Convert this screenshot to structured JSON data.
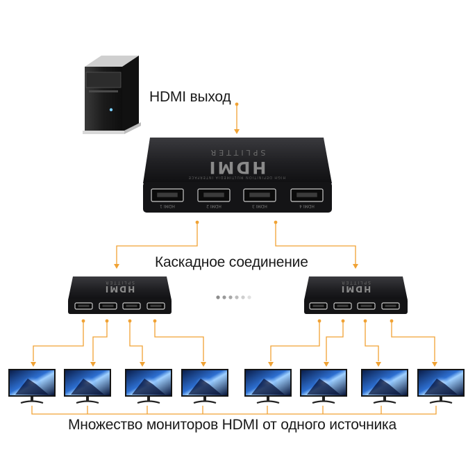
{
  "labels": {
    "hdmi_output": "HDMI выход",
    "cascade": "Каскадное соединение",
    "footer": "Множество мониторов HDMI от одного источника"
  },
  "device": {
    "main_print_top": "SPLITTER",
    "main_print_brand": "HDMI",
    "main_print_sub": "HIGH DEFINITION MULTIMEDIA INTERFACE"
  },
  "ports": [
    "HDMI 1",
    "HDMI 2",
    "HDMI 3",
    "HDMI 4"
  ],
  "colors": {
    "connector": "#f0a234",
    "device_body": "#1f1f22",
    "port_frame": "#c9c9c9",
    "monitor_bezel": "#141414",
    "text": "#1a1a1a"
  },
  "icons": [
    "desktop-pc-icon",
    "hdmi-splitter-icon",
    "monitor-icon"
  ]
}
